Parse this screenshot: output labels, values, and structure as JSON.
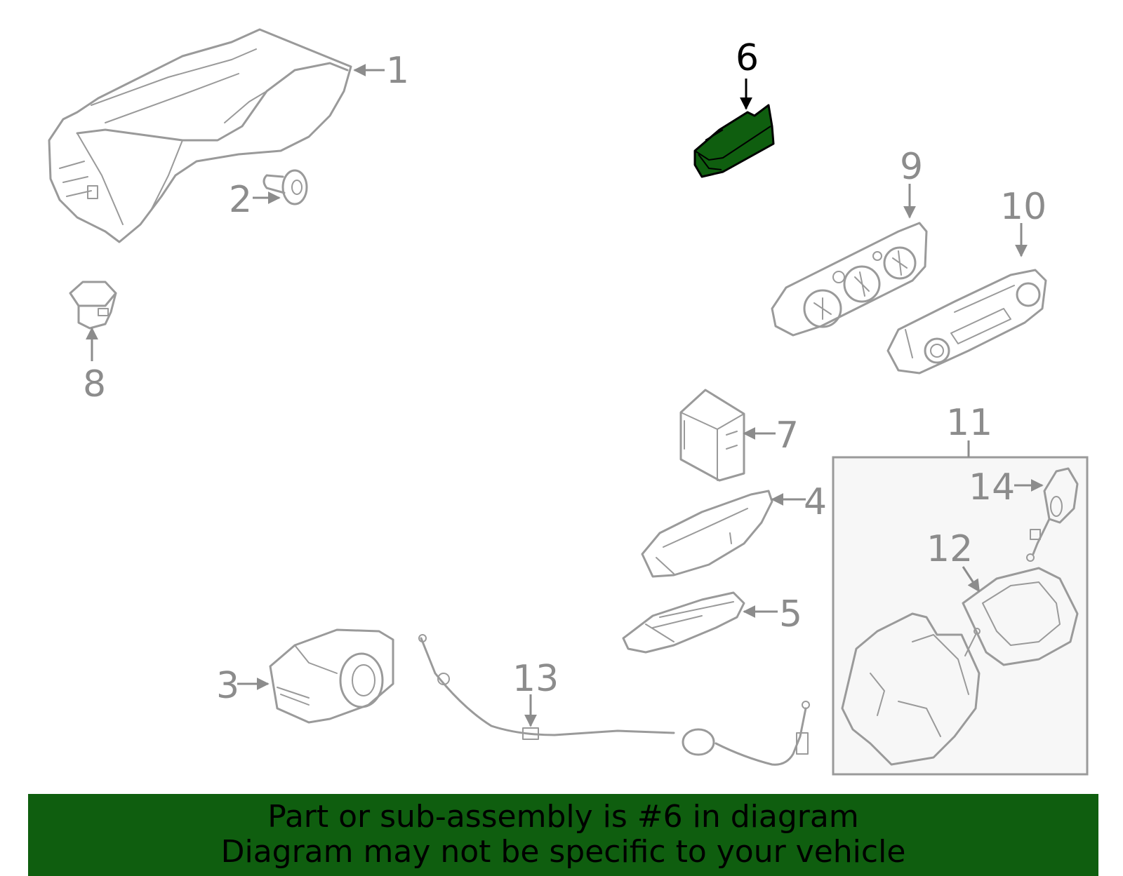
{
  "diagram": {
    "callouts": {
      "c1": "1",
      "c2": "2",
      "c3": "3",
      "c4": "4",
      "c5": "5",
      "c6": "6",
      "c7": "7",
      "c8": "8",
      "c9": "9",
      "c10": "10",
      "c11": "11",
      "c12": "12",
      "c13": "13",
      "c14": "14"
    },
    "highlighted_part": "6",
    "colors": {
      "highlight": "#0f5e0f",
      "line": "#9a9a9a",
      "label": "#8c8c8c",
      "group_box_fill": "#f7f7f7"
    }
  },
  "banner": {
    "line1": "Part or sub-assembly is #6 in diagram",
    "line2": "Diagram may not be specific to your vehicle"
  }
}
